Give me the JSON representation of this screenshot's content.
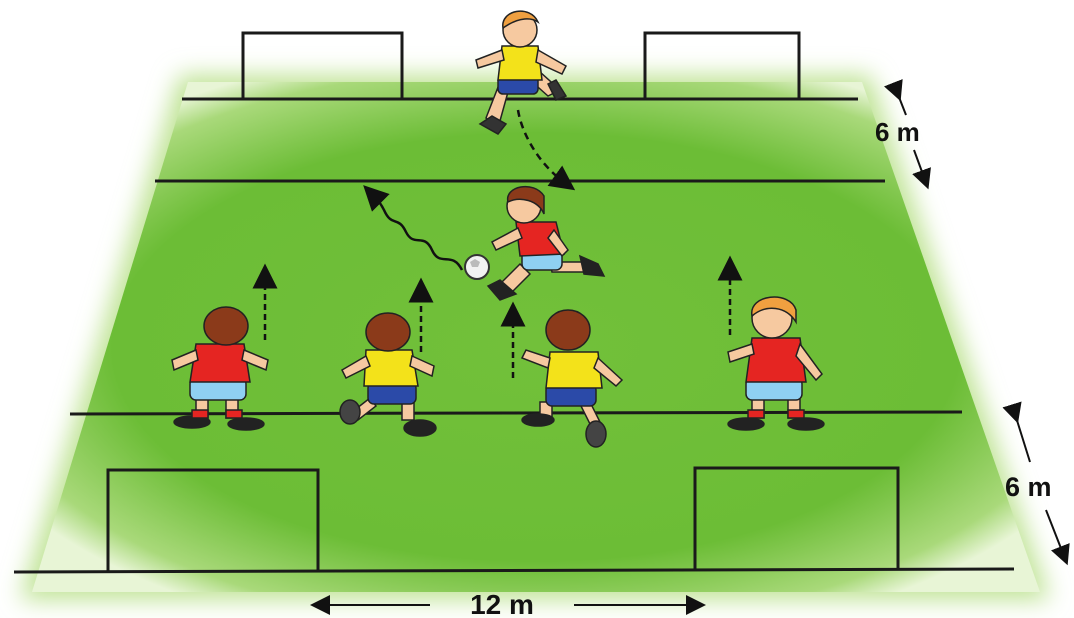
{
  "dimensions": {
    "depth_upper_label": "6 m",
    "depth_lower_label": "6 m",
    "width_label": "12 m"
  },
  "players": [
    {
      "name": "player-top-yellow",
      "team": "yellow",
      "hair": "orange"
    },
    {
      "name": "player-dribbler-red",
      "team": "red",
      "hair": "brown"
    },
    {
      "name": "player-front-red-1",
      "team": "red",
      "hair": "brown"
    },
    {
      "name": "player-front-yellow-1",
      "team": "yellow",
      "hair": "brown"
    },
    {
      "name": "player-front-yellow-2",
      "team": "yellow",
      "hair": "brown"
    },
    {
      "name": "player-front-red-2",
      "team": "red",
      "hair": "orange"
    }
  ],
  "colors": {
    "pitch_center": "#7bc544",
    "pitch_edge": "#cfe9a6",
    "line": "#1a1a1a",
    "team_red": "#e52522",
    "team_yellow": "#f3e21a",
    "shorts_blue": "#2b4aa8",
    "shorts_light": "#8fd0f2",
    "hair_brown": "#8b3a1a",
    "hair_orange": "#f0a040",
    "skin": "#f6c9a0"
  }
}
